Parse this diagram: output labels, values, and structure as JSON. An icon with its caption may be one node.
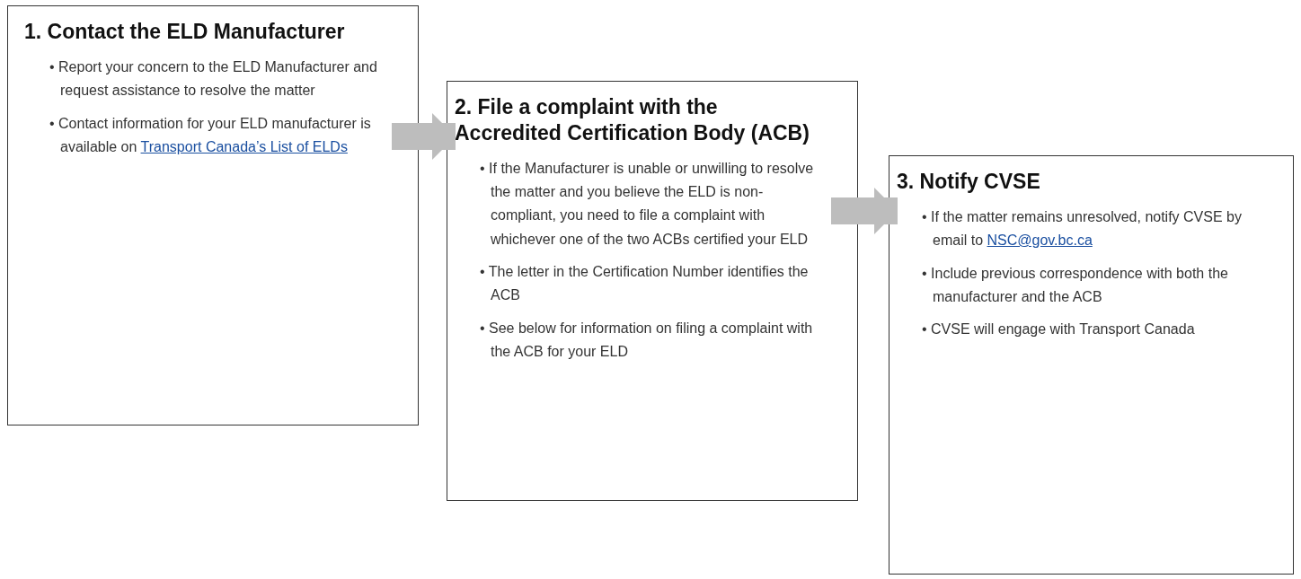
{
  "diagram": {
    "nodes": [
      {
        "text": [
          "1. Contact the ELD Manufacturer",
          "• Report your concern to the ELD Manufacturer and request assistance to resolve the matter",
          "• Contact information for your ELD manufacturer is available on",
          "Transport Canada’s List of ELDs"
        ]
      },
      {
        "text": [
          "2. File a complaint with the Accredited Certification Body (ACB)",
          "• If the Manufacturer is unable or unwilling to resolve the matter and you believe the ELD is non-compliant, you need to file a complaint with whichever one of the two ACBs certified your ELD",
          "• The letter in the Certification Number identifies the ACB",
          "• See below for information on filing a complaint with the ACB for your ELD"
        ]
      },
      {
        "text": [
          "3. Notify CVSE",
          "• If the matter remains unresolved, notify CVSE by email to",
          "NSC@gov.bc.ca",
          "• Include previous correspondence with both the manufacturer and the ACB",
          "• CVSE will engage with Transport Canada"
        ]
      }
    ],
    "edges": [
      {
        "from": 0,
        "to": 1,
        "arrow": "to"
      },
      {
        "from": 1,
        "to": 2,
        "arrow": "to"
      }
    ]
  }
}
